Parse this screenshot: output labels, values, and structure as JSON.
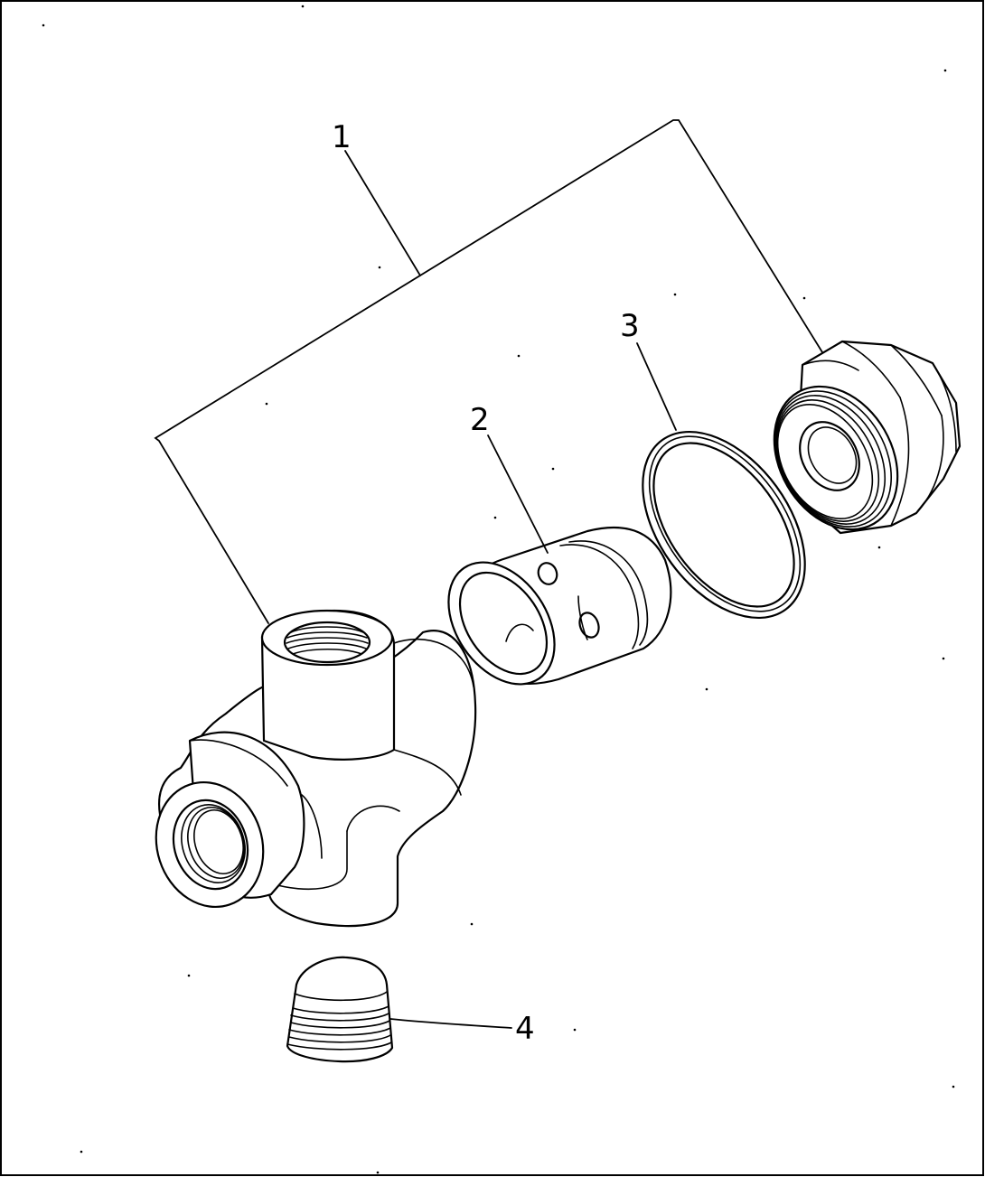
{
  "callouts": [
    {
      "id": "1",
      "label": "1",
      "part": "valve-assembly"
    },
    {
      "id": "2",
      "label": "2",
      "part": "valve-spool"
    },
    {
      "id": "3",
      "label": "3",
      "part": "o-ring"
    },
    {
      "id": "4",
      "label": "4",
      "part": "plug"
    }
  ],
  "colors": {
    "line": "#000000",
    "background": "#ffffff"
  }
}
